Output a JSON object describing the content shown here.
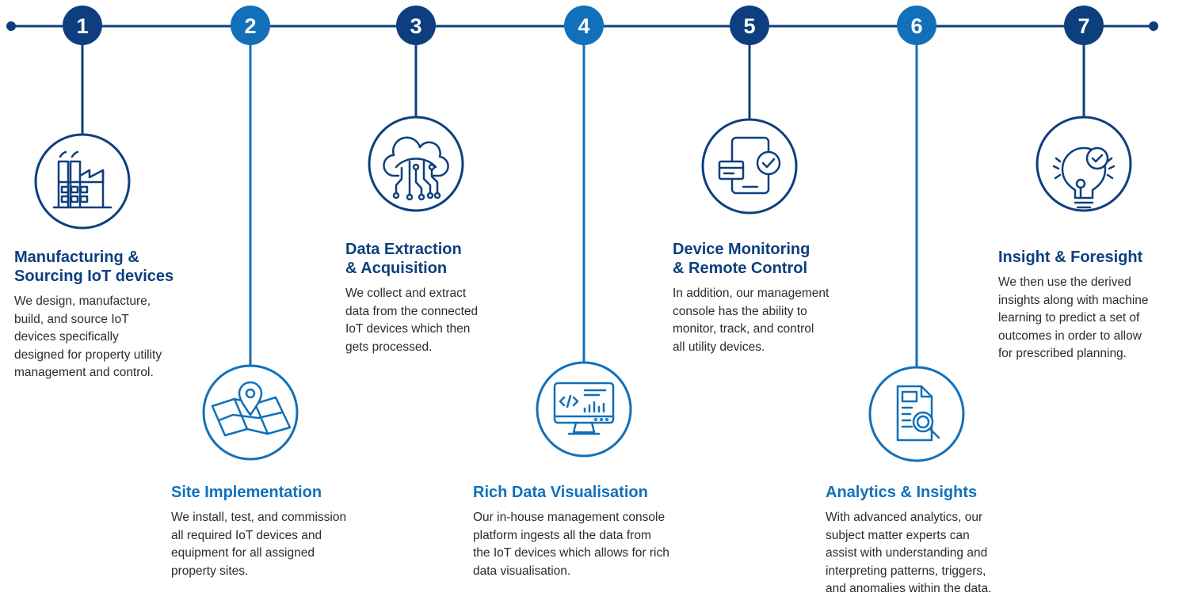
{
  "steps": [
    {
      "number": "1",
      "title": [
        "Manufacturing &",
        "Sourcing IoT devices"
      ],
      "desc": [
        "We design, manufacture,",
        "build, and source IoT",
        "devices specifically",
        "designed for property utility",
        "management and control."
      ],
      "color": "#0d3f7e",
      "icon": "factory-icon"
    },
    {
      "number": "2",
      "title": [
        "Site Implementation"
      ],
      "desc": [
        "We install, test, and commission",
        "all required IoT devices and",
        "equipment for all assigned",
        "property sites."
      ],
      "color": "#1170b9",
      "icon": "map-pin-icon"
    },
    {
      "number": "3",
      "title": [
        "Data Extraction",
        "& Acquisition"
      ],
      "desc": [
        "We collect and extract",
        "data from the connected",
        "IoT devices which then",
        "gets processed."
      ],
      "color": "#0d3f7e",
      "icon": "cloud-network-icon"
    },
    {
      "number": "4",
      "title": [
        "Rich Data Visualisation"
      ],
      "desc": [
        "Our in-house management console",
        "platform ingests all the data from",
        "the IoT devices which allows for rich",
        "data visualisation."
      ],
      "color": "#1170b9",
      "icon": "monitor-code-icon"
    },
    {
      "number": "5",
      "title": [
        "Device Monitoring",
        "& Remote Control"
      ],
      "desc": [
        "In addition, our management",
        "console has the ability to",
        "monitor, track, and control",
        "all utility devices."
      ],
      "color": "#0d3f7e",
      "icon": "phone-check-icon"
    },
    {
      "number": "6",
      "title": [
        "Analytics & Insights"
      ],
      "desc": [
        "With advanced analytics, our",
        "subject matter experts can",
        "assist with understanding and",
        "interpreting patterns, triggers,",
        "and anomalies within the data."
      ],
      "color": "#1170b9",
      "icon": "document-search-icon"
    },
    {
      "number": "7",
      "title": [
        "Insight & Foresight"
      ],
      "desc": [
        "We then use the derived",
        "insights along with machine",
        "learning to predict a set of",
        "outcomes in order to allow",
        "for prescribed planning."
      ],
      "color": "#0d3f7e",
      "icon": "lightbulb-check-icon"
    }
  ],
  "colors": {
    "dark": "#0d3f7e",
    "light": "#1170b9",
    "text": "#2c2c2c"
  }
}
